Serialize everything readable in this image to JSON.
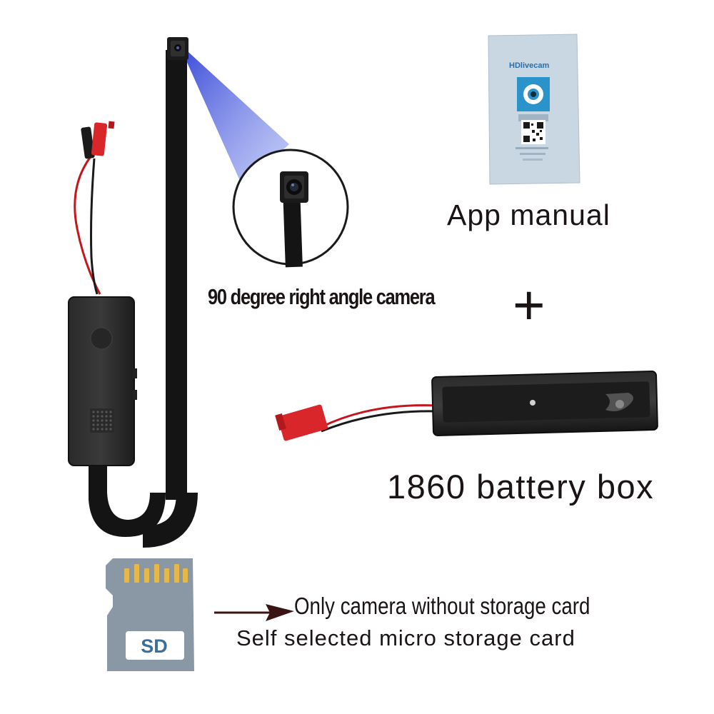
{
  "labels": {
    "camera": "90 degree right angle camera",
    "manual": "App manual",
    "plus": "+",
    "battery": "1860 battery box",
    "storage_line1": "Only camera without storage card",
    "storage_line2": "Self selected micro storage card"
  },
  "manual_card": {
    "brand": "HDlivecam"
  },
  "sd_card": {
    "text": "SD"
  },
  "colors": {
    "cable": "#141414",
    "beam": "#4a5ee0",
    "wire_red": "#c4161c",
    "connector_red": "#d8262a",
    "manual_bg": "#c8d6e0",
    "sd_gray": "#8a98a6"
  }
}
